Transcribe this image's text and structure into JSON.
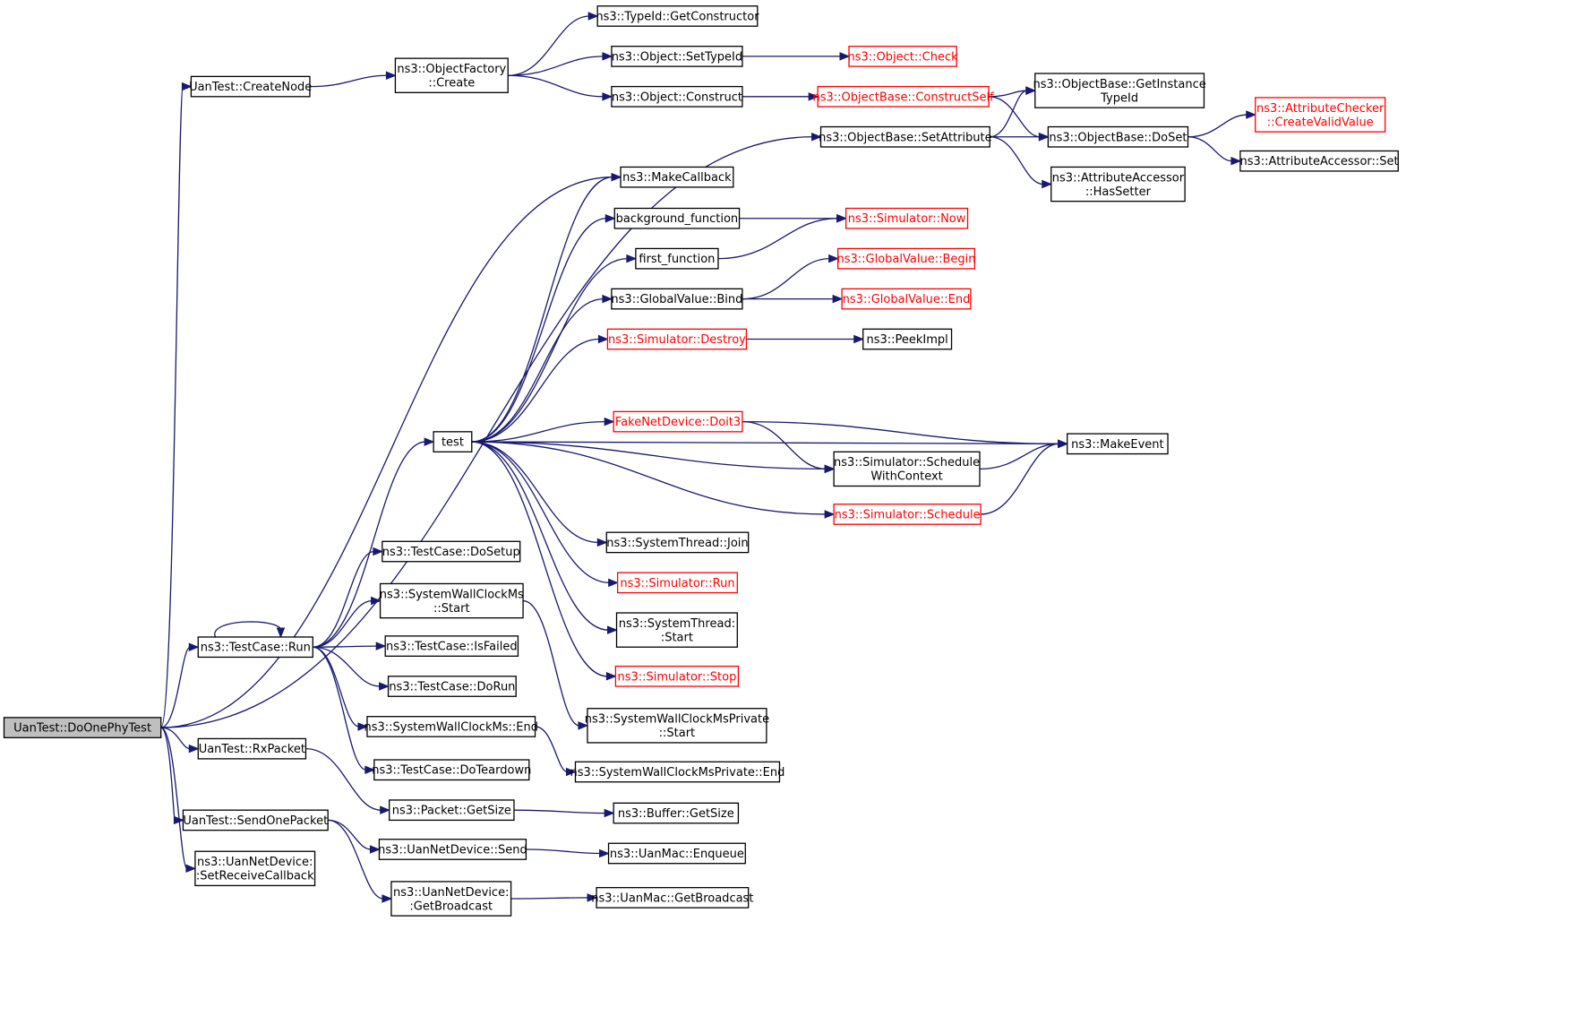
{
  "diagram": {
    "nodes": [
      {
        "id": "root",
        "lines": [
          "UanTest::DoOnePhyTest"
        ],
        "style": "root"
      },
      {
        "id": "createnode",
        "lines": [
          "UanTest::CreateNode"
        ],
        "style": "normal"
      },
      {
        "id": "objfactory",
        "lines": [
          "ns3::ObjectFactory",
          "::Create"
        ],
        "style": "normal"
      },
      {
        "id": "getconstructor",
        "lines": [
          "ns3::TypeId::GetConstructor"
        ],
        "style": "normal"
      },
      {
        "id": "settypeid",
        "lines": [
          "ns3::Object::SetTypeId"
        ],
        "style": "normal"
      },
      {
        "id": "objcheck",
        "lines": [
          "ns3::Object::Check"
        ],
        "style": "red"
      },
      {
        "id": "objconstruct",
        "lines": [
          "ns3::Object::Construct"
        ],
        "style": "normal"
      },
      {
        "id": "constructself",
        "lines": [
          "ns3::ObjectBase::ConstructSelf"
        ],
        "style": "red"
      },
      {
        "id": "getinstancetypeid",
        "lines": [
          "ns3::ObjectBase::GetInstance",
          "TypeId"
        ],
        "style": "normal"
      },
      {
        "id": "setattribute",
        "lines": [
          "ns3::ObjectBase::SetAttribute"
        ],
        "style": "normal"
      },
      {
        "id": "doset",
        "lines": [
          "ns3::ObjectBase::DoSet"
        ],
        "style": "normal"
      },
      {
        "id": "createvalidvalue",
        "lines": [
          "ns3::AttributeChecker",
          "::CreateValidValue"
        ],
        "style": "red"
      },
      {
        "id": "accessorset",
        "lines": [
          "ns3::AttributeAccessor::Set"
        ],
        "style": "normal"
      },
      {
        "id": "hassetter",
        "lines": [
          "ns3::AttributeAccessor",
          "::HasSetter"
        ],
        "style": "normal"
      },
      {
        "id": "makecallback",
        "lines": [
          "ns3::MakeCallback"
        ],
        "style": "normal"
      },
      {
        "id": "bgfunc",
        "lines": [
          "background_function"
        ],
        "style": "normal"
      },
      {
        "id": "simnow",
        "lines": [
          "ns3::Simulator::Now"
        ],
        "style": "red"
      },
      {
        "id": "firstfunc",
        "lines": [
          "first_function"
        ],
        "style": "normal"
      },
      {
        "id": "gvbegin",
        "lines": [
          "ns3::GlobalValue::Begin"
        ],
        "style": "red"
      },
      {
        "id": "gvbind",
        "lines": [
          "ns3::GlobalValue::Bind"
        ],
        "style": "normal"
      },
      {
        "id": "gvend",
        "lines": [
          "ns3::GlobalValue::End"
        ],
        "style": "red"
      },
      {
        "id": "simdestroy",
        "lines": [
          "ns3::Simulator::Destroy"
        ],
        "style": "red"
      },
      {
        "id": "peekimpl",
        "lines": [
          "ns3::PeekImpl"
        ],
        "style": "normal"
      },
      {
        "id": "test",
        "lines": [
          "test"
        ],
        "style": "normal"
      },
      {
        "id": "doit3",
        "lines": [
          "FakeNetDevice::Doit3"
        ],
        "style": "red"
      },
      {
        "id": "makeevent",
        "lines": [
          "ns3::MakeEvent"
        ],
        "style": "normal"
      },
      {
        "id": "schedwithctx",
        "lines": [
          "ns3::Simulator::Schedule",
          "WithContext"
        ],
        "style": "normal"
      },
      {
        "id": "schedule",
        "lines": [
          "ns3::Simulator::Schedule"
        ],
        "style": "red"
      },
      {
        "id": "threadjoin",
        "lines": [
          "ns3::SystemThread::Join"
        ],
        "style": "normal"
      },
      {
        "id": "simrun",
        "lines": [
          "ns3::Simulator::Run"
        ],
        "style": "red"
      },
      {
        "id": "threadstart",
        "lines": [
          "ns3::SystemThread:",
          ":Start"
        ],
        "style": "normal"
      },
      {
        "id": "simstop",
        "lines": [
          "ns3::Simulator::Stop"
        ],
        "style": "red"
      },
      {
        "id": "dosetup",
        "lines": [
          "ns3::TestCase::DoSetup"
        ],
        "style": "normal"
      },
      {
        "id": "tcrun",
        "lines": [
          "ns3::TestCase::Run"
        ],
        "style": "normal"
      },
      {
        "id": "swcstart",
        "lines": [
          "ns3::SystemWallClockMs",
          "::Start"
        ],
        "style": "normal"
      },
      {
        "id": "isfailed",
        "lines": [
          "ns3::TestCase::IsFailed"
        ],
        "style": "normal"
      },
      {
        "id": "dorun",
        "lines": [
          "ns3::TestCase::DoRun"
        ],
        "style": "normal"
      },
      {
        "id": "swcend",
        "lines": [
          "ns3::SystemWallClockMs::End"
        ],
        "style": "normal"
      },
      {
        "id": "swcpstart",
        "lines": [
          "ns3::SystemWallClockMsPrivate",
          "::Start"
        ],
        "style": "normal"
      },
      {
        "id": "swcpend",
        "lines": [
          "ns3::SystemWallClockMsPrivate::End"
        ],
        "style": "normal"
      },
      {
        "id": "doteardown",
        "lines": [
          "ns3::TestCase::DoTeardown"
        ],
        "style": "normal"
      },
      {
        "id": "rxpacket",
        "lines": [
          "UanTest::RxPacket"
        ],
        "style": "normal"
      },
      {
        "id": "pktgetsize",
        "lines": [
          "ns3::Packet::GetSize"
        ],
        "style": "normal"
      },
      {
        "id": "bufgetsize",
        "lines": [
          "ns3::Buffer::GetSize"
        ],
        "style": "normal"
      },
      {
        "id": "sendonepacket",
        "lines": [
          "UanTest::SendOnePacket"
        ],
        "style": "normal"
      },
      {
        "id": "uansend",
        "lines": [
          "ns3::UanNetDevice::Send"
        ],
        "style": "normal"
      },
      {
        "id": "enqueue",
        "lines": [
          "ns3::UanMac::Enqueue"
        ],
        "style": "normal"
      },
      {
        "id": "setrecvcb",
        "lines": [
          "ns3::UanNetDevice:",
          ":SetReceiveCallback"
        ],
        "style": "normal"
      },
      {
        "id": "getbroadcast",
        "lines": [
          "ns3::UanNetDevice:",
          ":GetBroadcast"
        ],
        "style": "normal"
      },
      {
        "id": "macgetbroadcast",
        "lines": [
          "ns3::UanMac::GetBroadcast"
        ],
        "style": "normal"
      }
    ],
    "edges": [
      [
        "root",
        "createnode"
      ],
      [
        "root",
        "setattribute"
      ],
      [
        "root",
        "makecallback"
      ],
      [
        "root",
        "tcrun"
      ],
      [
        "root",
        "rxpacket"
      ],
      [
        "root",
        "sendonepacket"
      ],
      [
        "root",
        "setrecvcb"
      ],
      [
        "createnode",
        "objfactory"
      ],
      [
        "objfactory",
        "getconstructor"
      ],
      [
        "objfactory",
        "settypeid"
      ],
      [
        "objfactory",
        "objconstruct"
      ],
      [
        "settypeid",
        "objcheck"
      ],
      [
        "objconstruct",
        "constructself"
      ],
      [
        "constructself",
        "getinstancetypeid"
      ],
      [
        "constructself",
        "doset"
      ],
      [
        "setattribute",
        "getinstancetypeid"
      ],
      [
        "setattribute",
        "doset"
      ],
      [
        "setattribute",
        "hassetter"
      ],
      [
        "doset",
        "createvalidvalue"
      ],
      [
        "doset",
        "accessorset"
      ],
      [
        "test",
        "makecallback"
      ],
      [
        "test",
        "bgfunc"
      ],
      [
        "test",
        "firstfunc"
      ],
      [
        "test",
        "gvbind"
      ],
      [
        "test",
        "simdestroy"
      ],
      [
        "test",
        "makeevent"
      ],
      [
        "test",
        "doit3"
      ],
      [
        "test",
        "schedwithctx"
      ],
      [
        "test",
        "schedule"
      ],
      [
        "test",
        "threadjoin"
      ],
      [
        "test",
        "simrun"
      ],
      [
        "test",
        "threadstart"
      ],
      [
        "test",
        "simstop"
      ],
      [
        "bgfunc",
        "simnow"
      ],
      [
        "firstfunc",
        "simnow"
      ],
      [
        "gvbind",
        "gvbegin"
      ],
      [
        "gvbind",
        "gvend"
      ],
      [
        "simdestroy",
        "peekimpl"
      ],
      [
        "doit3",
        "makeevent"
      ],
      [
        "doit3",
        "schedwithctx"
      ],
      [
        "schedwithctx",
        "makeevent"
      ],
      [
        "schedule",
        "makeevent"
      ],
      [
        "tcrun",
        "test"
      ],
      [
        "tcrun",
        "tcrun"
      ],
      [
        "tcrun",
        "dosetup"
      ],
      [
        "tcrun",
        "swcstart"
      ],
      [
        "tcrun",
        "isfailed"
      ],
      [
        "tcrun",
        "dorun"
      ],
      [
        "tcrun",
        "swcend"
      ],
      [
        "tcrun",
        "doteardown"
      ],
      [
        "swcstart",
        "swcpstart"
      ],
      [
        "swcend",
        "swcpend"
      ],
      [
        "rxpacket",
        "pktgetsize"
      ],
      [
        "pktgetsize",
        "bufgetsize"
      ],
      [
        "sendonepacket",
        "uansend"
      ],
      [
        "sendonepacket",
        "getbroadcast"
      ],
      [
        "uansend",
        "enqueue"
      ],
      [
        "getbroadcast",
        "macgetbroadcast"
      ]
    ]
  }
}
